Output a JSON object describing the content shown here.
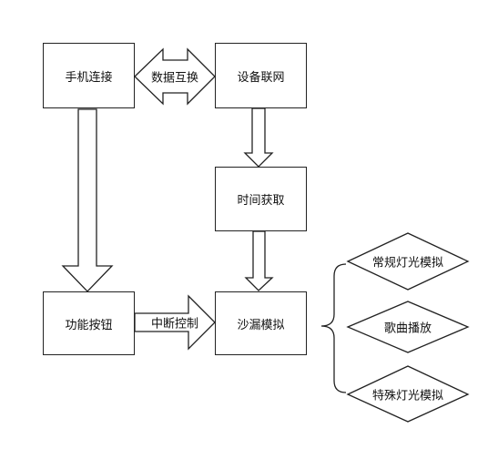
{
  "nodes": {
    "phone": "手机连接",
    "device": "设备联网",
    "time": "时间获取",
    "button": "功能按钮",
    "hourglass": "沙漏模拟",
    "normal_light": "常规灯光模拟",
    "song": "歌曲播放",
    "special_light": "特殊灯光模拟"
  },
  "edges": {
    "exchange": "数据互换",
    "interrupt": "中断控制"
  },
  "colors": {
    "stroke": "#222222",
    "fill": "#ffffff",
    "text": "#111111"
  }
}
